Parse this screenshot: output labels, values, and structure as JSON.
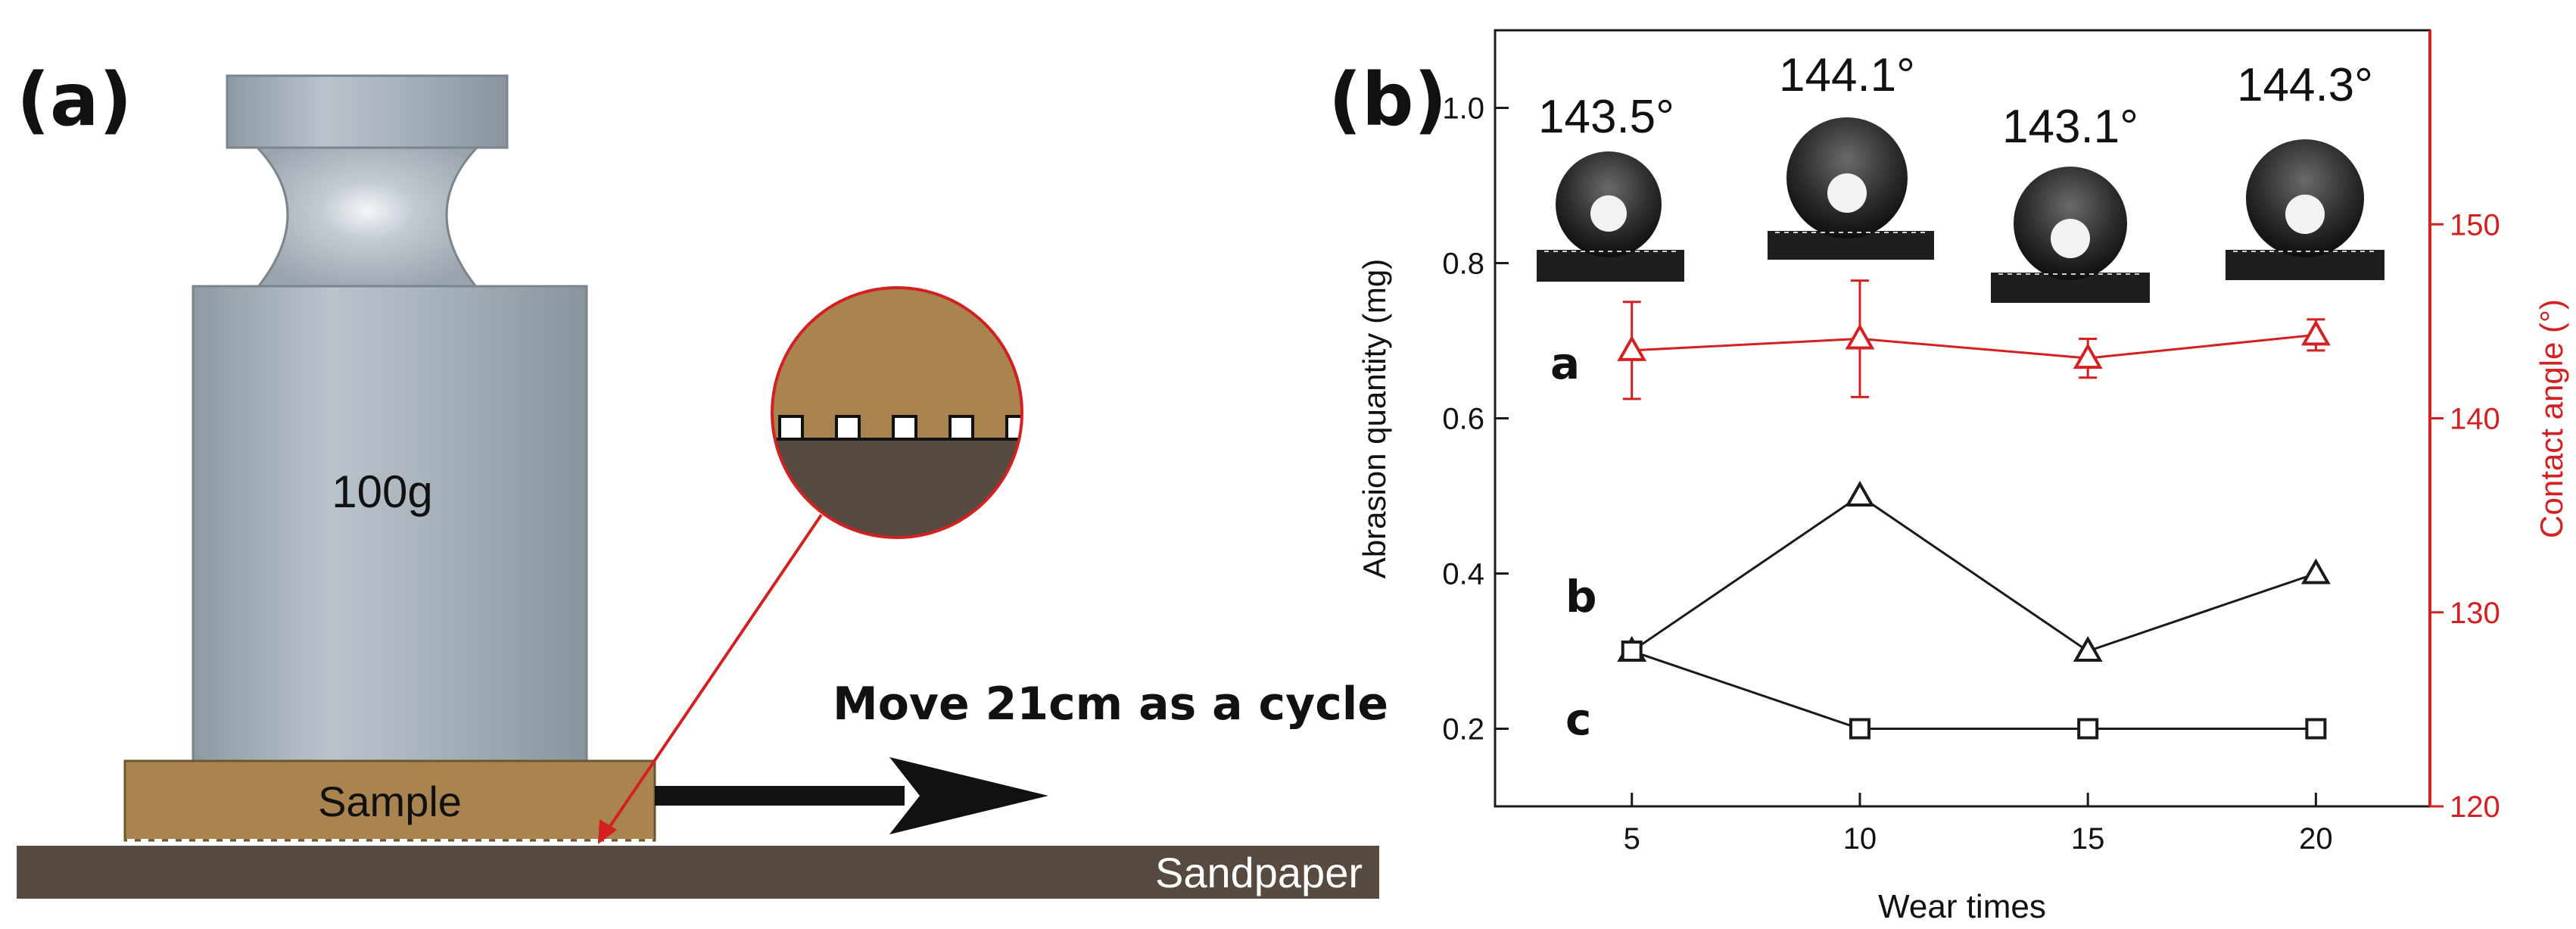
{
  "panel_a": {
    "label": "(a)",
    "weight_label": "100g",
    "sample_label": "Sample",
    "sandpaper_label": "Sandpaper",
    "motion_label": "Move 21cm as a cycle"
  },
  "colors": {
    "accent": "#d42020",
    "sample": "#a9844f",
    "sandpaper": "#574a40",
    "weight": "#a7b1ba",
    "axis": "#1a1a1a"
  },
  "chart_data": {
    "type": "line",
    "panel_label": "(b)",
    "xlabel": "Wear times",
    "ylabel_left": "Abrasion quantity (mg)",
    "ylabel_right": "Contact angle (°)",
    "x": [
      5,
      10,
      15,
      20
    ],
    "xlim": [
      2,
      22.5
    ],
    "ylim_left": [
      0.1,
      1.1
    ],
    "ylim_right": [
      120,
      160
    ],
    "xticks": [
      "5",
      "10",
      "15",
      "20"
    ],
    "yticks_left": [
      "0.2",
      "0.4",
      "0.6",
      "0.8",
      "1.0"
    ],
    "yticks_right": [
      "120",
      "130",
      "140",
      "150"
    ],
    "series": [
      {
        "label": "a",
        "axis": "right",
        "marker": "triangle",
        "color": "#d42020",
        "values": [
          143.5,
          144.1,
          143.1,
          144.3
        ],
        "errors": [
          2.5,
          3.0,
          1.0,
          0.8
        ]
      },
      {
        "label": "b",
        "axis": "left",
        "marker": "triangle",
        "color": "#1a1a1a",
        "values": [
          0.3,
          0.5,
          0.3,
          0.4
        ]
      },
      {
        "label": "c",
        "axis": "left",
        "marker": "square",
        "color": "#1a1a1a",
        "values": [
          0.3,
          0.2,
          0.2,
          0.2
        ]
      }
    ],
    "droplet_angles": [
      "143.5°",
      "144.1°",
      "143.1°",
      "144.3°"
    ]
  }
}
